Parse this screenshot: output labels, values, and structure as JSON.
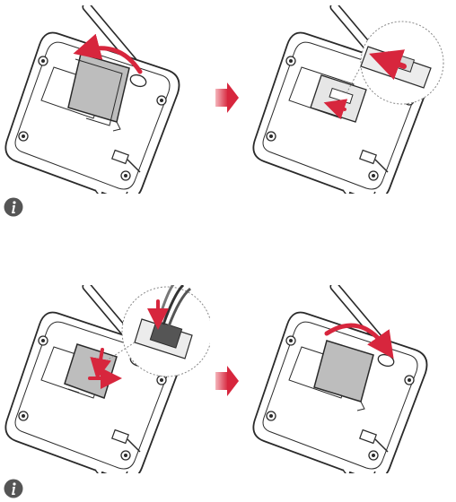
{
  "colors": {
    "outline": "#2a2a2a",
    "device_fill": "#ffffff",
    "panel_fill": "#d9d9d9",
    "cover_fill": "#bdbdbd",
    "accent": "#d7263d",
    "arrow_gradient_start": "#f2a0a8",
    "arrow_gradient_end": "#d7263d",
    "info_icon": "#555555"
  },
  "steps": [
    {
      "id": "step-1",
      "action": "remove-back-cover",
      "arrow": "curved-counterclockwise"
    },
    {
      "id": "step-2",
      "action": "insert-sim-card",
      "arrow": "straight-inward"
    },
    {
      "id": "step-3",
      "action": "insert-battery-connector",
      "arrow": "straight-down"
    },
    {
      "id": "step-4",
      "action": "replace-back-cover",
      "arrow": "curved-clockwise"
    }
  ],
  "icons": {
    "info": "info-icon",
    "next": "step-arrow-icon"
  }
}
